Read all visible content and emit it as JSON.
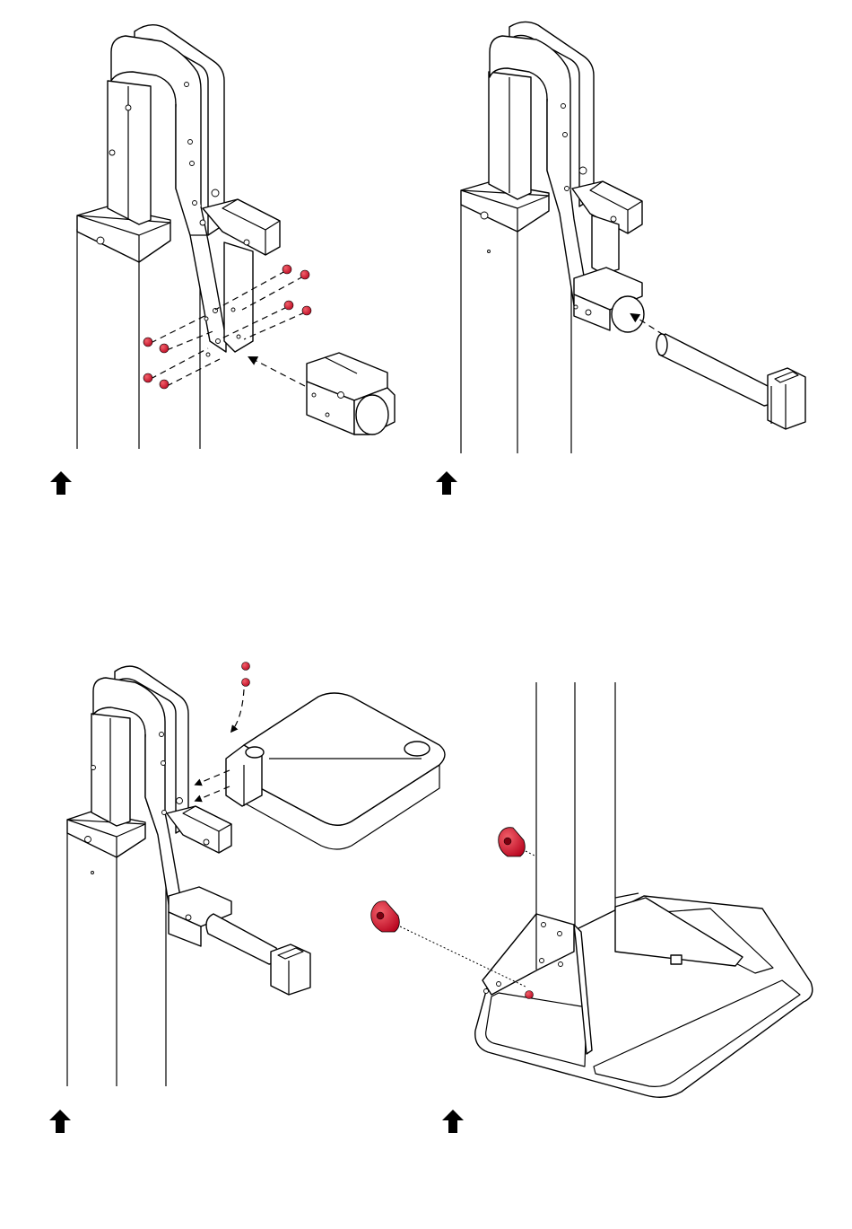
{
  "colors": {
    "line": "#000000",
    "background": "#ffffff",
    "fastener_highlight": "#c8102e"
  },
  "steps": [
    {
      "id": "step-1",
      "icon": "up-arrow-icon",
      "parts": [
        "mounting-bracket",
        "screws"
      ]
    },
    {
      "id": "step-2",
      "icon": "up-arrow-icon",
      "parts": [
        "tube-arm",
        "holder-clip"
      ]
    },
    {
      "id": "step-3",
      "icon": "up-arrow-icon",
      "parts": [
        "tray",
        "screws"
      ]
    },
    {
      "id": "step-4",
      "icon": "up-arrow-icon",
      "parts": [
        "base-plate",
        "caster-feet"
      ]
    }
  ]
}
